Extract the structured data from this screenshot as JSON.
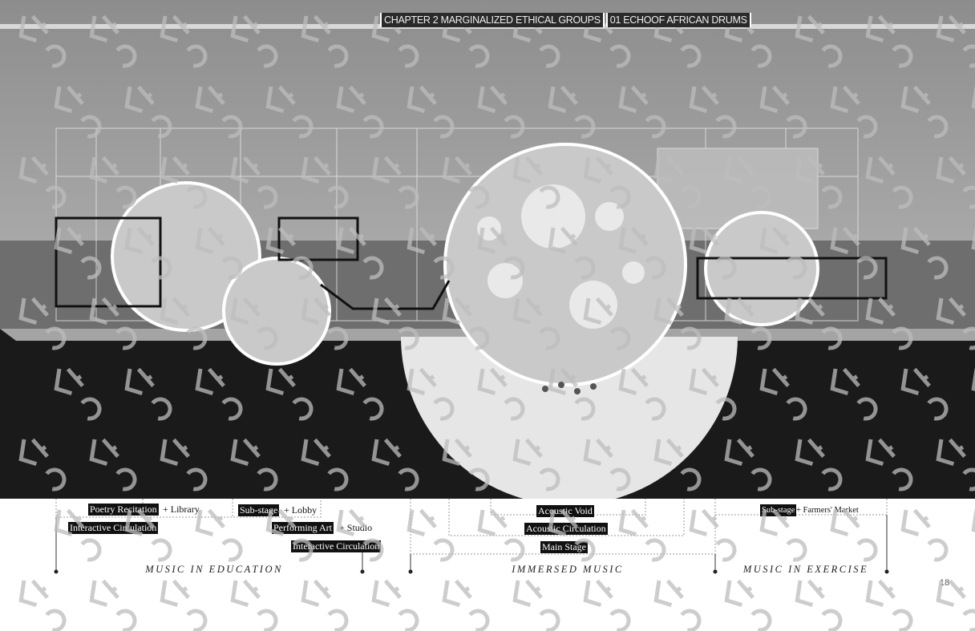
{
  "header": {
    "chapter": "CHAPTER 2 MARGINALIZED ETHICAL GROUPS",
    "project": "01 ECHOOF AFRICAN DRUMS"
  },
  "watermark": "LAC",
  "labels": {
    "education": {
      "poetry": "Poetry Recitation",
      "poetry_plus": "+ Library",
      "substage": "Sub-stage",
      "substage_plus": "+  Lobby",
      "circ1": "Interactive Circulation",
      "performing": "Performing Art",
      "performing_plus": "+ Studio",
      "circ2": "Interactive Circulation",
      "title": "MUSIC IN EDUCATION"
    },
    "immersed": {
      "void": "Acoustic Void",
      "circ": "Acoustic Circulation",
      "stage": "Main Stage",
      "title": "IMMERSED MUSIC"
    },
    "exercise": {
      "substage": "Sub-stage",
      "substage_plus": "+ Farmers' Market",
      "title": "MUSIC IN EXERCISE"
    }
  },
  "page_number": "18"
}
